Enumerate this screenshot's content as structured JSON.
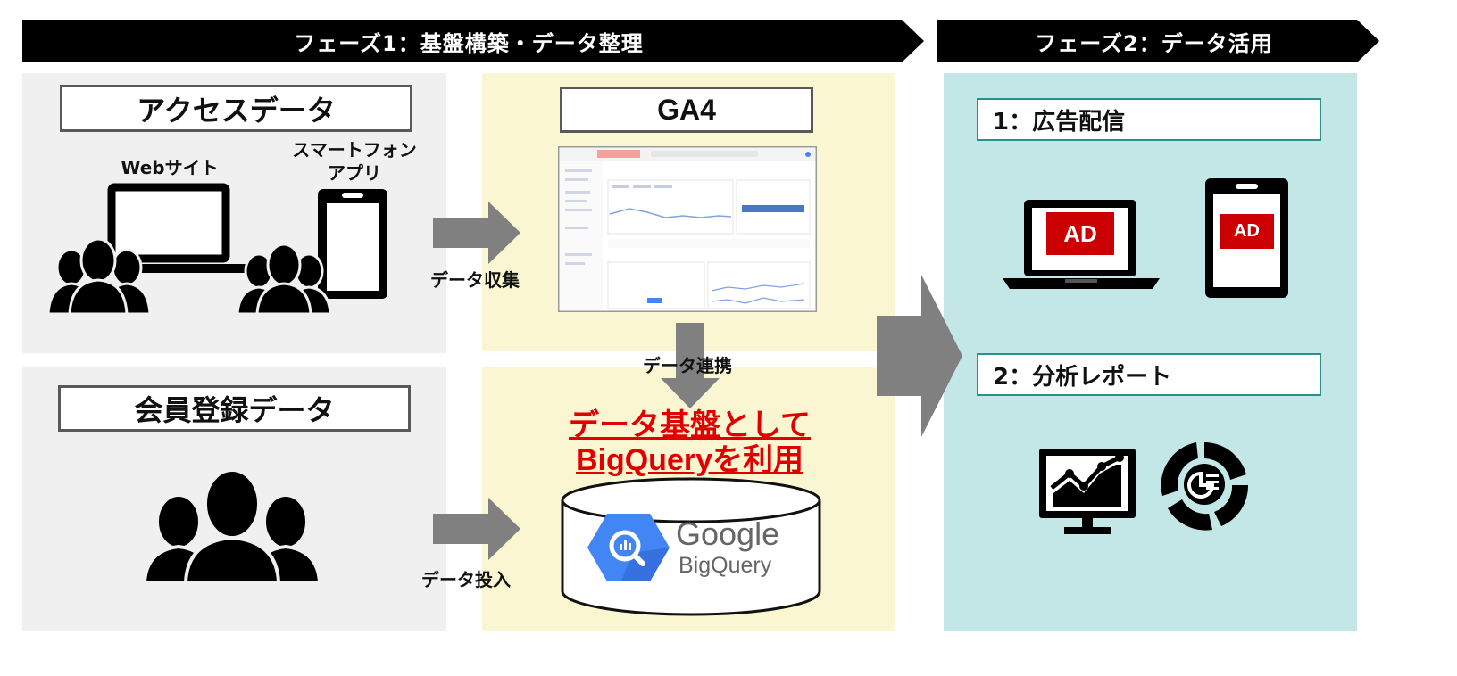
{
  "phase1": {
    "title": "フェーズ1：基盤構築・データ整理"
  },
  "phase2": {
    "title": "フェーズ2：データ活用"
  },
  "access_data": {
    "title": "アクセスデータ",
    "website_label": "Webサイト",
    "app_label_line1": "スマートフォン",
    "app_label_line2": "アプリ"
  },
  "member_data": {
    "title": "会員登録データ"
  },
  "flow": {
    "collect_label": "データ収集",
    "link_label": "データ連携",
    "input_label": "データ投入"
  },
  "ga4": {
    "title": "GA4"
  },
  "bigquery": {
    "highlight_line1": "データ基盤として",
    "highlight_line2": "BigQueryを利用",
    "logo_word1": "Google",
    "logo_word2": "BigQuery"
  },
  "uses": {
    "item1": "1：広告配信",
    "item2": "2：分析レポート",
    "ad_label": "AD"
  },
  "colors": {
    "banner": "#000000",
    "panel_grey": "#f0f0f0",
    "panel_yellow": "#fbf6d2",
    "panel_teal": "#c3e7e6",
    "arrow_grey": "#808080",
    "highlight_red": "#e00000",
    "ad_red": "#cc0000",
    "bigquery_blue": "#4285f4"
  }
}
